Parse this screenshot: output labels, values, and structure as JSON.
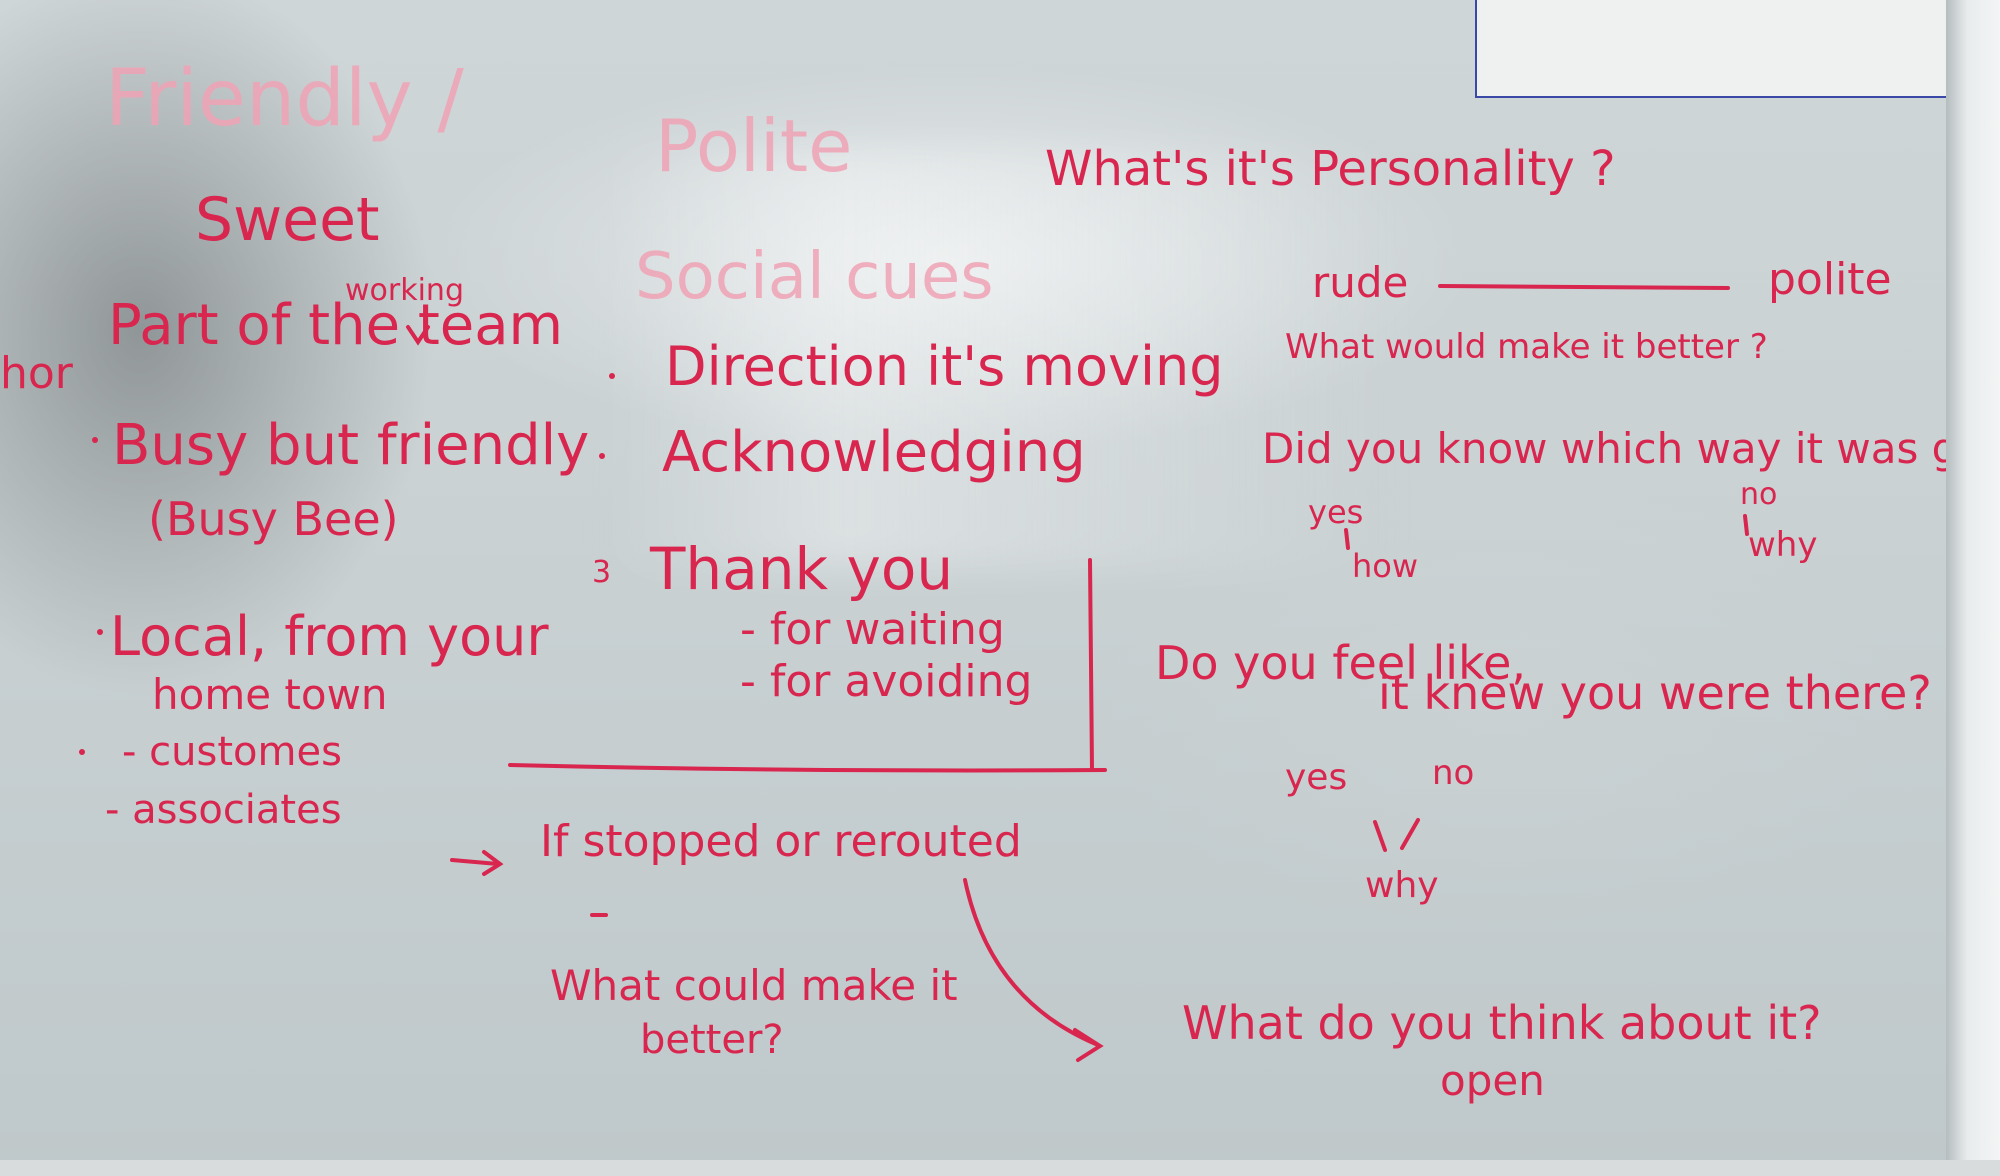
{
  "colors": {
    "ink": "#d8264f",
    "faint_ink": "#f0a3b5",
    "board": "#cbd2d4"
  },
  "left_column": {
    "heading_1": "Friendly /",
    "heading_2": "Sweet",
    "edge_fragment": "hor",
    "item_1_insert": "working",
    "item_1": "Part of the team",
    "item_2": "Busy but friendly",
    "item_2_sub": "(Busy Bee)",
    "item_3": "Local, from your",
    "item_3_cont": "home town",
    "item_3_sub_1": "- customes",
    "item_3_sub_2": "- associates"
  },
  "middle_column": {
    "heading_1": "Polite",
    "heading_2": "Social cues",
    "item_1": "Direction it's moving",
    "item_2": "Acknowledging",
    "item_3_num": "3",
    "item_3": "Thank you",
    "item_3_sub_1": "- for waiting",
    "item_3_sub_2": "- for avoiding",
    "note_1": "If stopped or rerouted",
    "note_2": "What could make it",
    "note_2_cont": "better?"
  },
  "right_column": {
    "question_1": "What's it's Personality ?",
    "scale_left": "rude",
    "scale_right": "polite",
    "question_2": "What would make it better ?",
    "question_3": "Did you know which way it was going ?",
    "q3_yes": "yes",
    "q3_how": "how",
    "q3_no": "no",
    "q3_why": "why",
    "question_4a": "Do you feel like,",
    "question_4b": "it knew you were there?",
    "q4_yes": "yes",
    "q4_no": "no",
    "q4_why": "why",
    "question_5": "What do you think about it?",
    "question_5_sub": "open"
  }
}
